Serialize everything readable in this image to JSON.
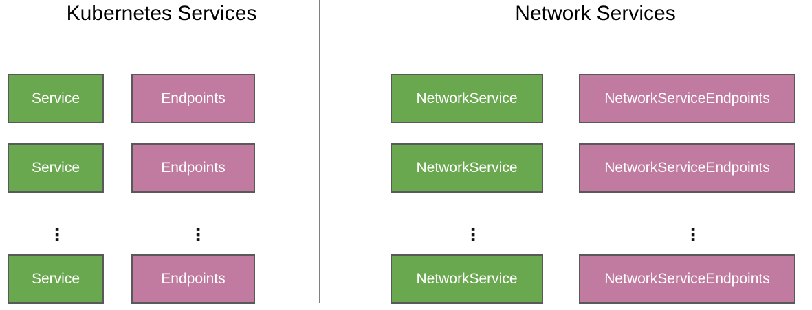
{
  "left_panel": {
    "title": "Kubernetes Services",
    "ellipsis": "⋮",
    "rows": [
      {
        "green": "Service",
        "pink": "Endpoints"
      },
      {
        "green": "Service",
        "pink": "Endpoints"
      },
      {
        "green": "Service",
        "pink": "Endpoints"
      }
    ]
  },
  "right_panel": {
    "title": "Network Services",
    "ellipsis": "⋮",
    "rows": [
      {
        "green": "NetworkService",
        "pink": "NetworkServiceEndpoints"
      },
      {
        "green": "NetworkService",
        "pink": "NetworkServiceEndpoints"
      },
      {
        "green": "NetworkService",
        "pink": "NetworkServiceEndpoints"
      }
    ]
  },
  "colors": {
    "green": "#6aa84f",
    "pink": "#c27ba0",
    "border": "#595959",
    "divider": "#7f7f7f",
    "box_text": "#ffffff",
    "title_text": "#000000"
  }
}
